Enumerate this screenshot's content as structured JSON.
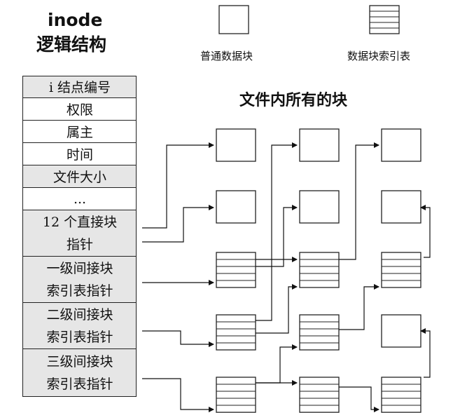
{
  "title": {
    "line1": "inode",
    "line2": "逻辑结构"
  },
  "legend": {
    "data_block_label": "普通数据块",
    "index_block_label": "数据块索引表"
  },
  "blocks_heading": "文件内所有的块",
  "inode_fields": [
    {
      "text": "i 结点编号",
      "shaded": true
    },
    {
      "text": "权限",
      "shaded": false
    },
    {
      "text": "属主",
      "shaded": false
    },
    {
      "text": "时间",
      "shaded": false
    },
    {
      "text": "文件大小",
      "shaded": true
    },
    {
      "text": "...",
      "shaded": false
    },
    {
      "text": "12 个直接块\n指针",
      "shaded": true
    },
    {
      "text": "一级间接块\n索引表指针",
      "shaded": true
    },
    {
      "text": "二级间接块\n索引表指针",
      "shaded": true
    },
    {
      "text": "三级间接块\n索引表指针",
      "shaded": true
    }
  ]
}
